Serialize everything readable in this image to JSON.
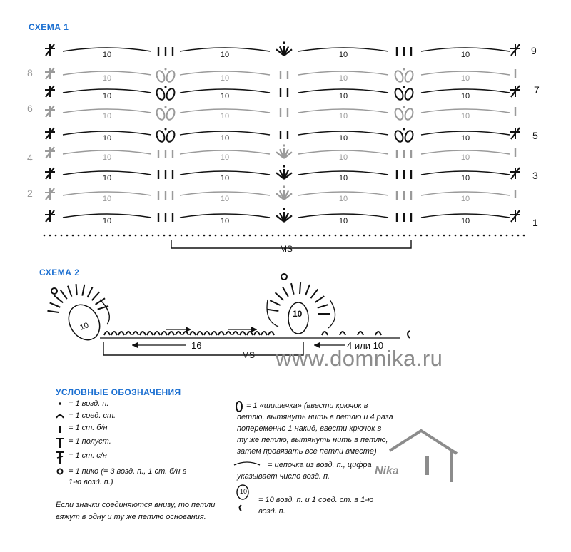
{
  "scheme1": {
    "title": "СХЕМА 1",
    "chain_count": "10",
    "repeat_label": "MS",
    "row_numbers_right": [
      "9",
      "7",
      "5",
      "3",
      "1"
    ],
    "row_numbers_left": [
      "8",
      "6",
      "4",
      "2"
    ]
  },
  "scheme2": {
    "title": "СХЕМА 2",
    "loop_count": "10",
    "count_16": "16",
    "count_4or10": "4 или 10",
    "repeat_label": "MS"
  },
  "watermark": "www.domnika.ru",
  "logo_text": "Nika",
  "legend": {
    "title": "УСЛОВНЫЕ ОБОЗНАЧЕНИЯ",
    "items": [
      "= 1 возд. п.",
      "= 1 соед. ст.",
      "= 1 ст. б/н",
      "= 1 полуст.",
      "= 1 ст. с/н",
      "= 1 пико (= 3 возд. п., 1 ст. б/н в",
      "1-ю возд. п.)"
    ],
    "note_line1": "Если значки соединяются внизу, то петли",
    "note_line2": "вяжут в одну и ту же петлю основания.",
    "bobble": [
      "= 1 «шишечка» (ввести крючок в",
      "петлю, вытянуть нить в петлю и 4 раза",
      "попеременно 1 накид, ввести крючок в",
      "ту же петлю, вытянуть нить в петлю,",
      "затем провязать все петли вместе)"
    ],
    "chain_arc": [
      "= цепочка из возд. п., цифра",
      "указывает число возд. п."
    ],
    "loop": [
      "= 10 возд. п. и 1 соед. ст. в 1-ю",
      "возд. п."
    ],
    "loop_num": "10"
  },
  "colors": {
    "title_blue": "#1b6fd1",
    "ink": "#111111",
    "gray_row": "#9a9a9a",
    "watermark_gray": "#8c8c8c"
  }
}
